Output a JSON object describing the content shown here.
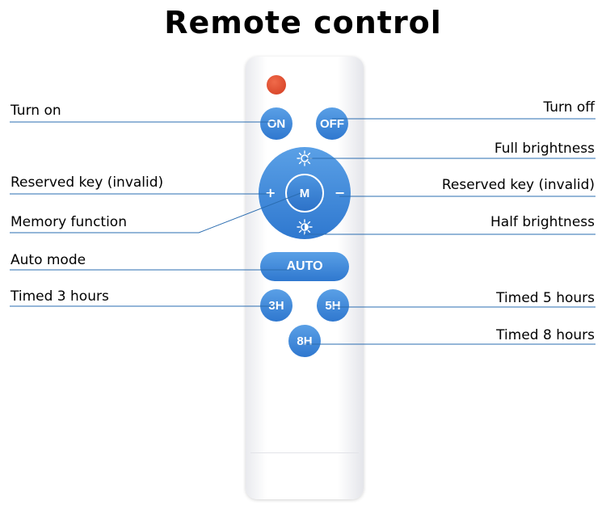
{
  "title": "Remote control",
  "buttons": {
    "on": "ON",
    "off": "OFF",
    "plus": "+",
    "minus": "−",
    "memory": "M",
    "auto": "AUTO",
    "h2": "3H",
    "h5": "5H",
    "h8": "8H"
  },
  "labels": {
    "turn_on": "Turn on",
    "turn_off": "Turn off",
    "full_brightness": "Full brightness",
    "reserved_left": "Reserved key (invalid)",
    "reserved_right": "Reserved key (invalid)",
    "memory_function": "Memory function",
    "half_brightness": "Half brightness",
    "auto_mode": "Auto mode",
    "timed_3": "Timed 3 hours",
    "timed_5": "Timed 5 hours",
    "timed_8": "Timed 8 hours"
  },
  "colors": {
    "button_blue": "#3a84d6",
    "power_red": "#e0492b",
    "leader_line": "#2a6cb0"
  }
}
